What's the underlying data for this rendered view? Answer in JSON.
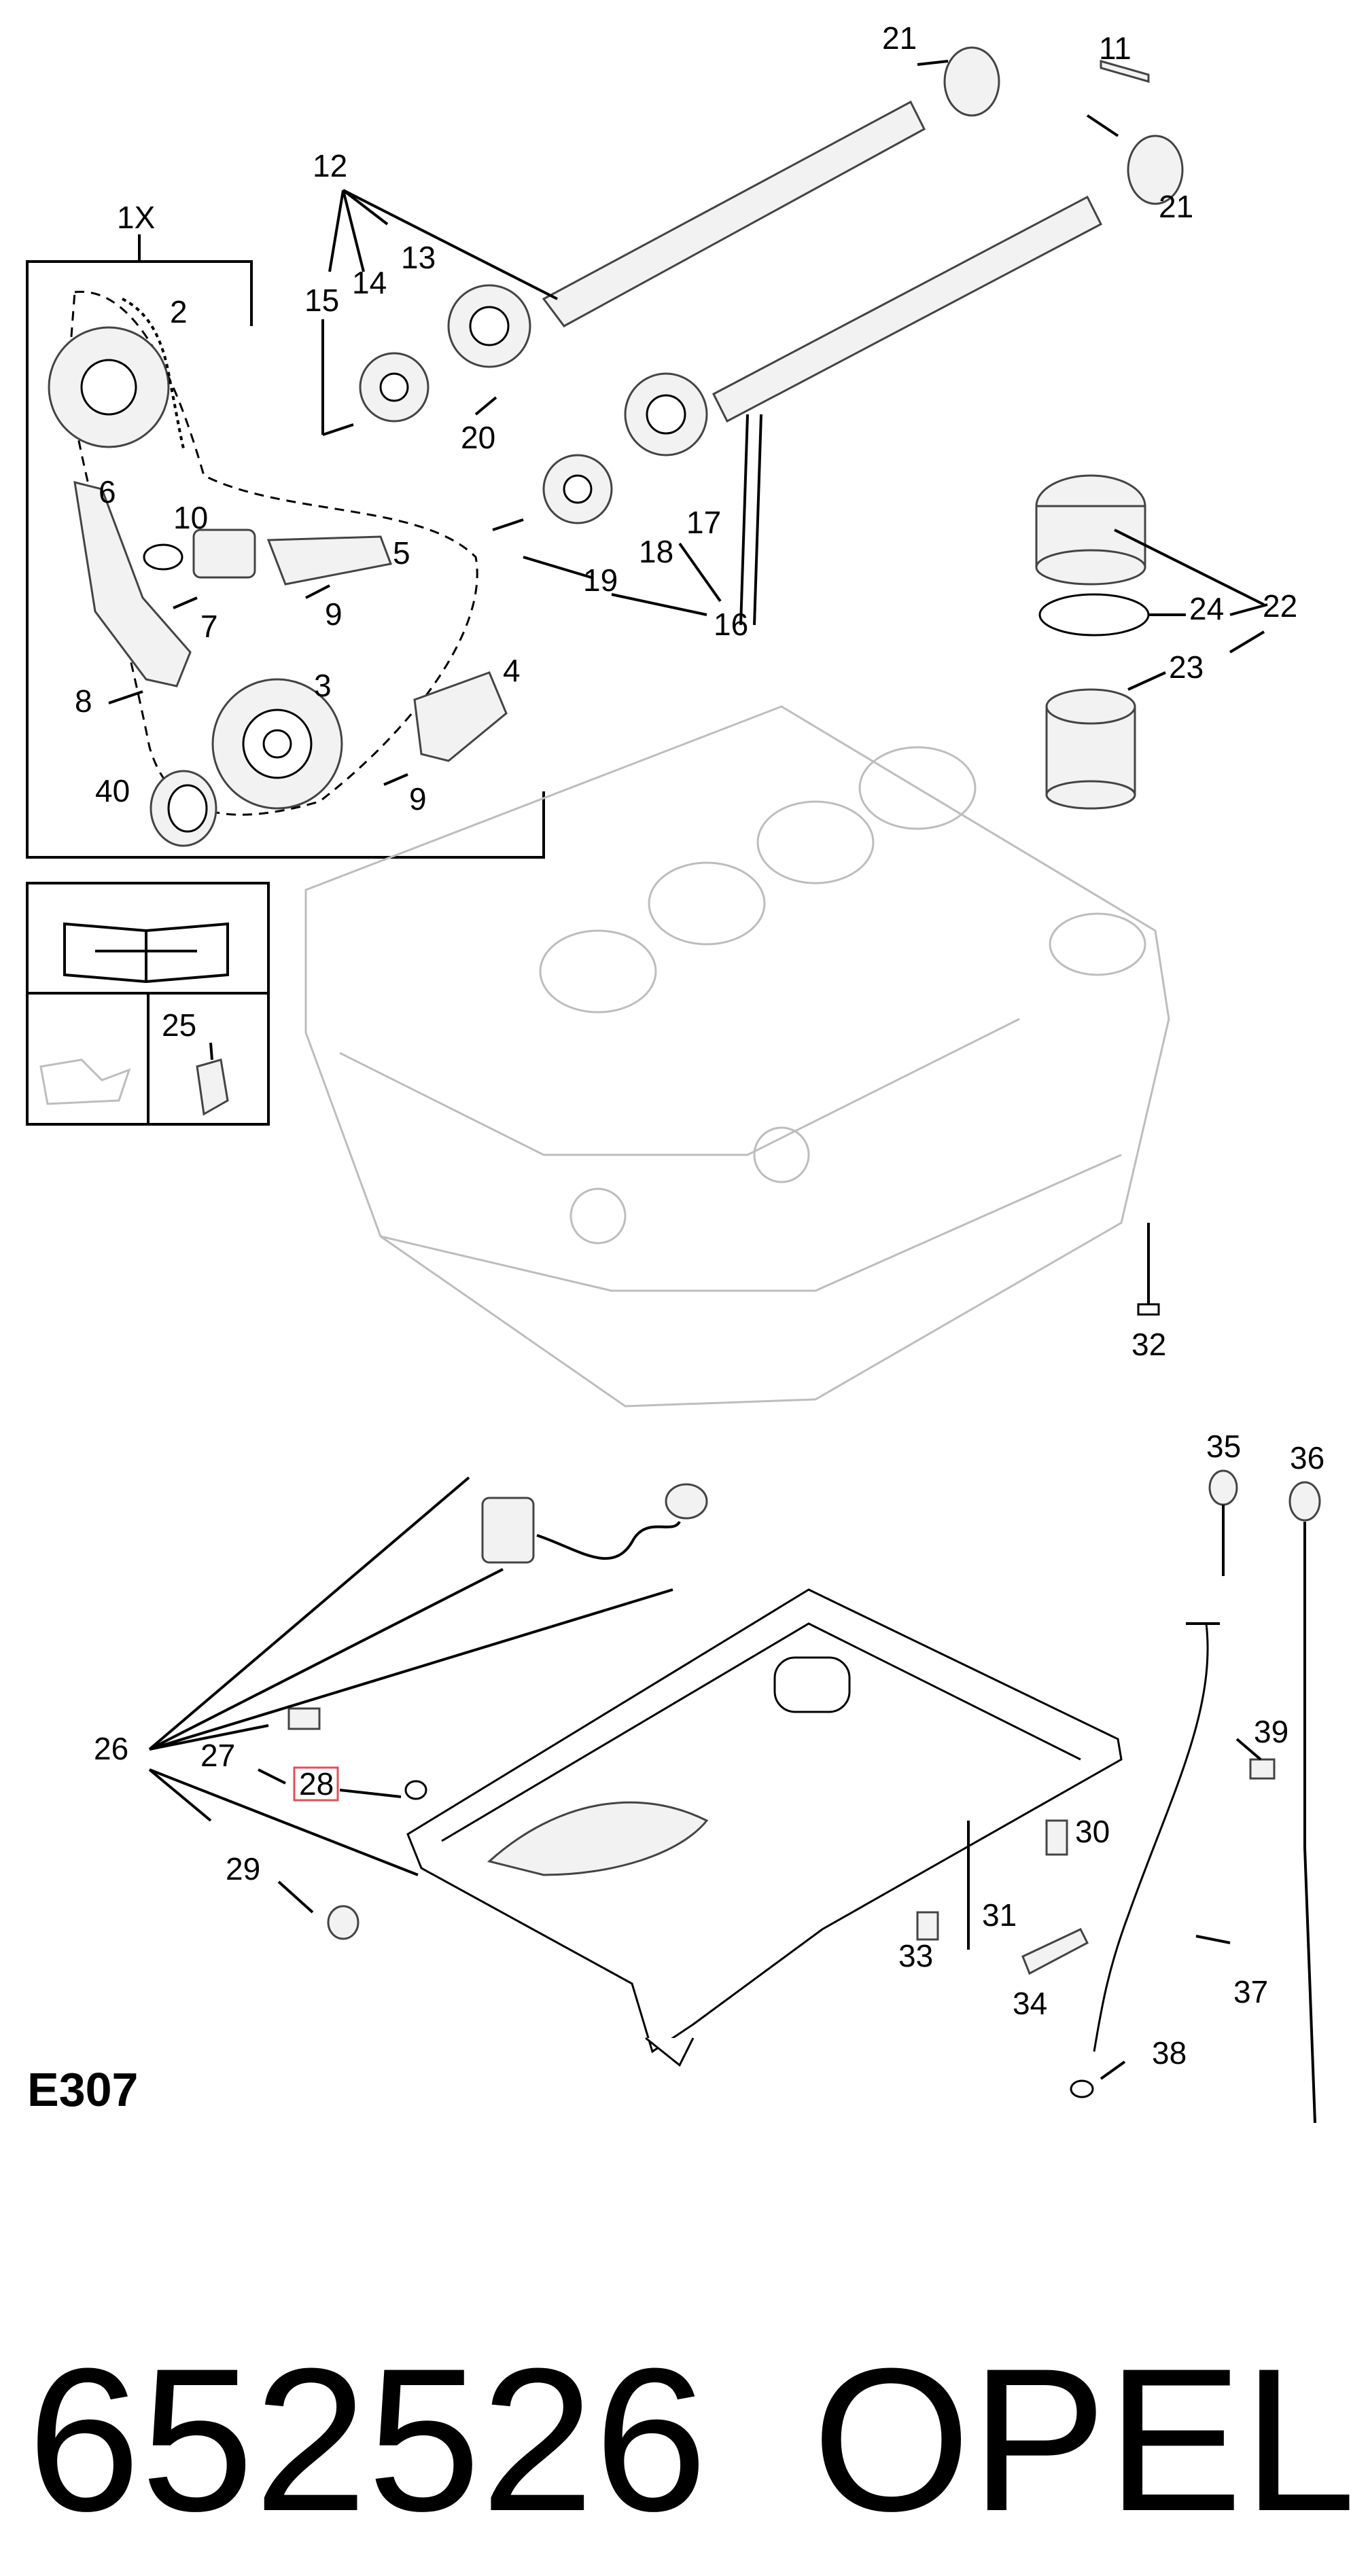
{
  "diagram": {
    "callouts": {
      "c1x": "1X",
      "c2": "2",
      "c3": "3",
      "c4": "4",
      "c5": "5",
      "c6": "6",
      "c7": "7",
      "c8": "8",
      "c9a": "9",
      "c9b": "9",
      "c10": "10",
      "c11": "11",
      "c12": "12",
      "c13": "13",
      "c14": "14",
      "c15": "15",
      "c16": "16",
      "c17": "17",
      "c18": "18",
      "c19": "19",
      "c20": "20",
      "c21a": "21",
      "c21b": "21",
      "c22": "22",
      "c23": "23",
      "c24": "24",
      "c25": "25",
      "c26": "26",
      "c27": "27",
      "c28": "28",
      "c29": "29",
      "c30": "30",
      "c31": "31",
      "c32": "32",
      "c33": "33",
      "c34": "34",
      "c35": "35",
      "c36": "36",
      "c37": "37",
      "c38": "38",
      "c39": "39",
      "c40": "40"
    },
    "highlight_color": "#e0505a",
    "diagram_code": "E307",
    "part_number": "652526",
    "brand": "OPEL"
  }
}
